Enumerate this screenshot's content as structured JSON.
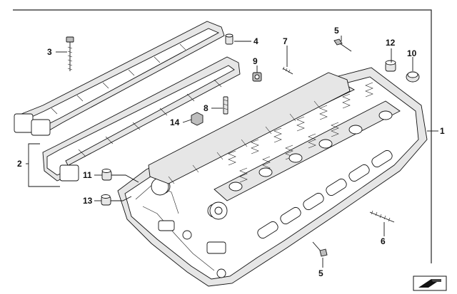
{
  "diagram": {
    "callouts": {
      "c1": "1",
      "c2": "2",
      "c3": "3",
      "c4": "4",
      "c5_top": "5",
      "c5_bottom": "5",
      "c6": "6",
      "c7": "7",
      "c8": "8",
      "c9": "9",
      "c10": "10",
      "c11": "11",
      "c12": "12",
      "c13": "13",
      "c14": "14"
    },
    "nav_icon": "page-forward-icon"
  }
}
